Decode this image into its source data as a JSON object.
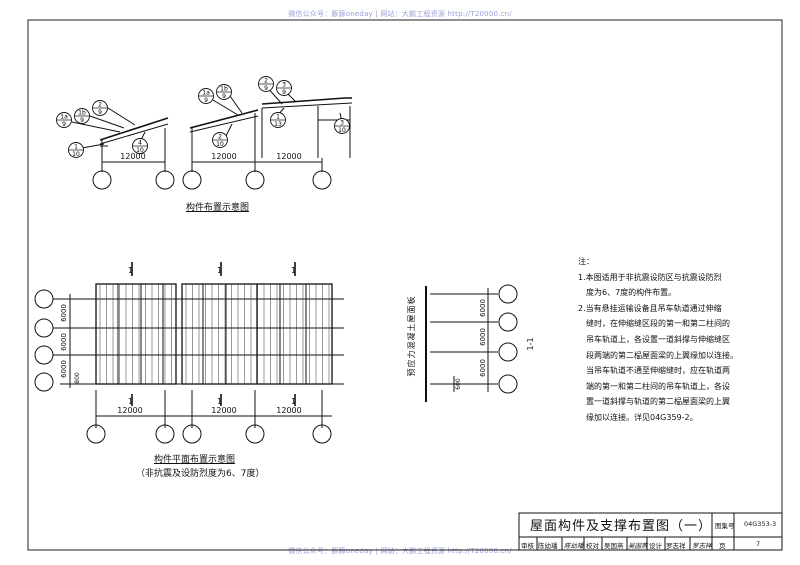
{
  "watermark": {
    "top": "微信公众号：豚豚oneday | 网站：大鹏工程资源 http://T20000.cn/",
    "bottom": "微信公众号：豚豚oneday | 网站：大鹏工程资源 http://T20000.cn/"
  },
  "layout_plan": {
    "caption": "构件布置示意图",
    "dims": [
      "12000",
      "12000",
      "12000"
    ],
    "tags": [
      {
        "top": "1a",
        "bottom": "9"
      },
      {
        "top": "1b",
        "bottom": "9"
      },
      {
        "top": "2",
        "bottom": "9"
      },
      {
        "top": "4",
        "bottom": "10"
      },
      {
        "top": "1",
        "bottom": "10"
      },
      {
        "top": "1a",
        "bottom": "9"
      },
      {
        "top": "1b",
        "bottom": "9"
      },
      {
        "top": "2",
        "bottom": "9"
      },
      {
        "top": "3",
        "bottom": "9"
      },
      {
        "top": "2",
        "bottom": "10"
      },
      {
        "top": "1",
        "bottom": "13"
      },
      {
        "top": "3",
        "bottom": "10"
      }
    ]
  },
  "roof_plan": {
    "caption": "构件平面布置示意图",
    "subcaption": "（非抗震及设防烈度为6、7度）",
    "dims_bottom": [
      "12000",
      "12000",
      "12000"
    ],
    "dims_left": [
      "6000",
      "6000",
      "6000"
    ],
    "dim_small": "800",
    "section_mark": "1"
  },
  "section": {
    "label": "预应力混凝土屋面板",
    "section_title": "1-1",
    "dims": [
      "6000",
      "6000",
      "6000"
    ],
    "dim_small": "600"
  },
  "notes": {
    "heading": "注：",
    "lines": [
      "1.本图适用于非抗震设防区与抗震设防烈",
      "度为6、7度的构件布置。",
      "2.当有悬挂运输设备且吊车轨道通过伸缩",
      "缝时，在伸缩缝区段的第一和第二柱间的",
      "吊车轨道上，各设置一道斜撑与伸缩缝区",
      "段两端的第二榀屋面梁的上翼缘加以连接。",
      "当吊车轨道不通至伸缩缝时，应在轨道两",
      "端的第一和第二柱间的吊车轨道上，各设",
      "置一道斜撑与轨道的第二榀屋面梁的上翼",
      "缘加以连接。详见04G359-2。"
    ]
  },
  "titleblock": {
    "title": "屋面构件及支撑布置图（一）",
    "atlas_label": "图集号",
    "atlas_no": "04G353-3",
    "page_label": "页",
    "page_no": "7",
    "review_label": "审核",
    "reviewer": "陈幼璠",
    "reviewer_sign": "陈幼璠",
    "check_label": "校对",
    "checker": "吴国燕",
    "checker_sign": "吴国燕",
    "design_label": "设计",
    "designer": "罗志祥",
    "designer_sign": "罗志祥"
  }
}
